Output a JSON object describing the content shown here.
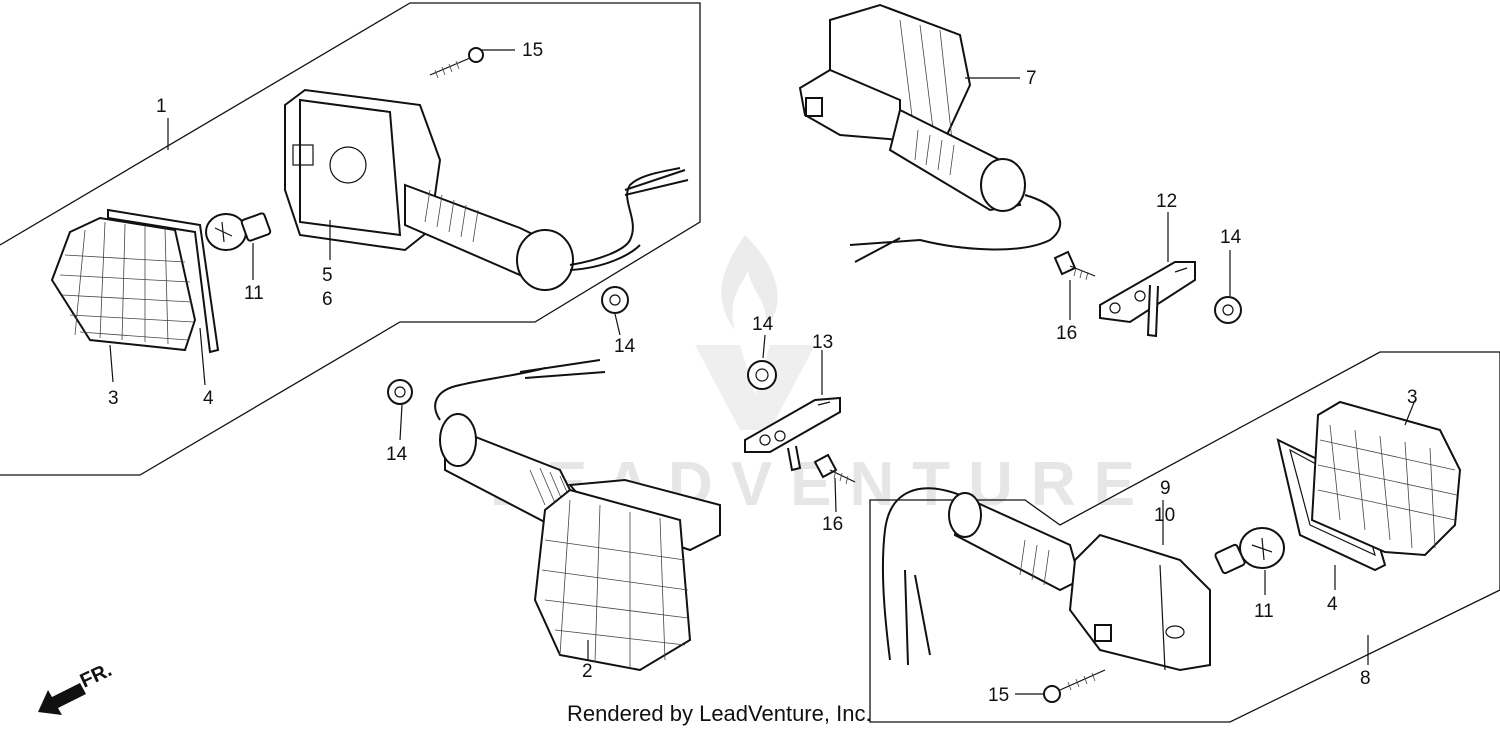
{
  "watermark": "LEADVENTURE",
  "credit": "Rendered by LeadVenture, Inc.",
  "direction_marker": "FR.",
  "callouts": {
    "c1": "1",
    "c2": "2",
    "c3a": "3",
    "c3b": "3",
    "c4a": "4",
    "c4b": "4",
    "c5": "5",
    "c6": "6",
    "c7": "7",
    "c8": "8",
    "c9": "9",
    "c10": "10",
    "c11a": "11",
    "c11b": "11",
    "c12": "12",
    "c13": "13",
    "c14a": "14",
    "c14b": "14",
    "c14c": "14",
    "c14d": "14",
    "c15a": "15",
    "c15b": "15",
    "c16a": "16",
    "c16b": "16"
  }
}
